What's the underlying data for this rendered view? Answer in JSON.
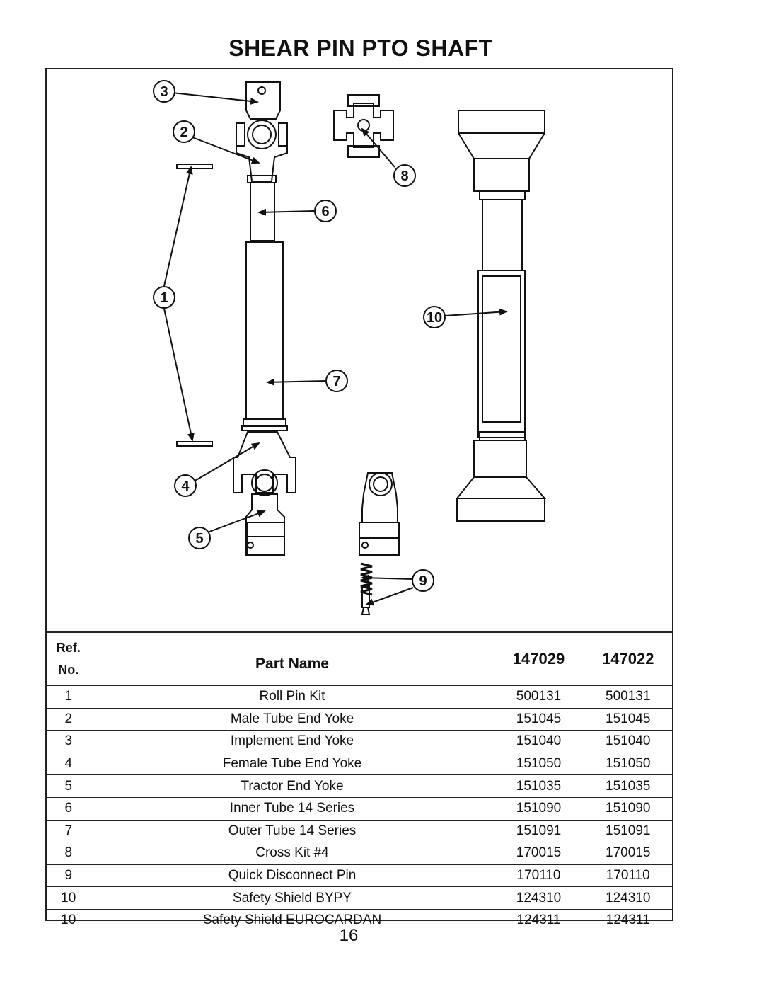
{
  "title": "SHEAR PIN PTO SHAFT",
  "callouts": [
    "1",
    "2",
    "3",
    "4",
    "5",
    "6",
    "7",
    "8",
    "9",
    "10"
  ],
  "table": {
    "headers": {
      "ref_line1": "Ref.",
      "ref_line2": "No.",
      "part_name": "Part  Name",
      "col1": "147029",
      "col2": "147022"
    },
    "rows": [
      {
        "ref": "1",
        "name": "Roll Pin Kit",
        "a": "500131",
        "b": "500131"
      },
      {
        "ref": "2",
        "name": "Male Tube End Yoke",
        "a": "151045",
        "b": "151045"
      },
      {
        "ref": "3",
        "name": "Implement End Yoke",
        "a": "151040",
        "b": "151040"
      },
      {
        "ref": "4",
        "name": "Female Tube End Yoke",
        "a": "151050",
        "b": "151050"
      },
      {
        "ref": "5",
        "name": "Tractor End Yoke",
        "a": "151035",
        "b": "151035"
      },
      {
        "ref": "6",
        "name": "Inner Tube 14 Series",
        "a": "151090",
        "b": "151090"
      },
      {
        "ref": "7",
        "name": "Outer Tube 14 Series",
        "a": "151091",
        "b": "151091"
      },
      {
        "ref": "8",
        "name": "Cross Kit #4",
        "a": "170015",
        "b": "170015"
      },
      {
        "ref": "9",
        "name": "Quick Disconnect Pin",
        "a": "170110",
        "b": "170110"
      },
      {
        "ref": "10",
        "name": "Safety Shield BYPY",
        "a": "124310",
        "b": "124310"
      },
      {
        "ref": "10",
        "name": "Safety Shield EUROCARDAN",
        "a": "124311",
        "b": "124311"
      }
    ]
  },
  "page_number": "16"
}
